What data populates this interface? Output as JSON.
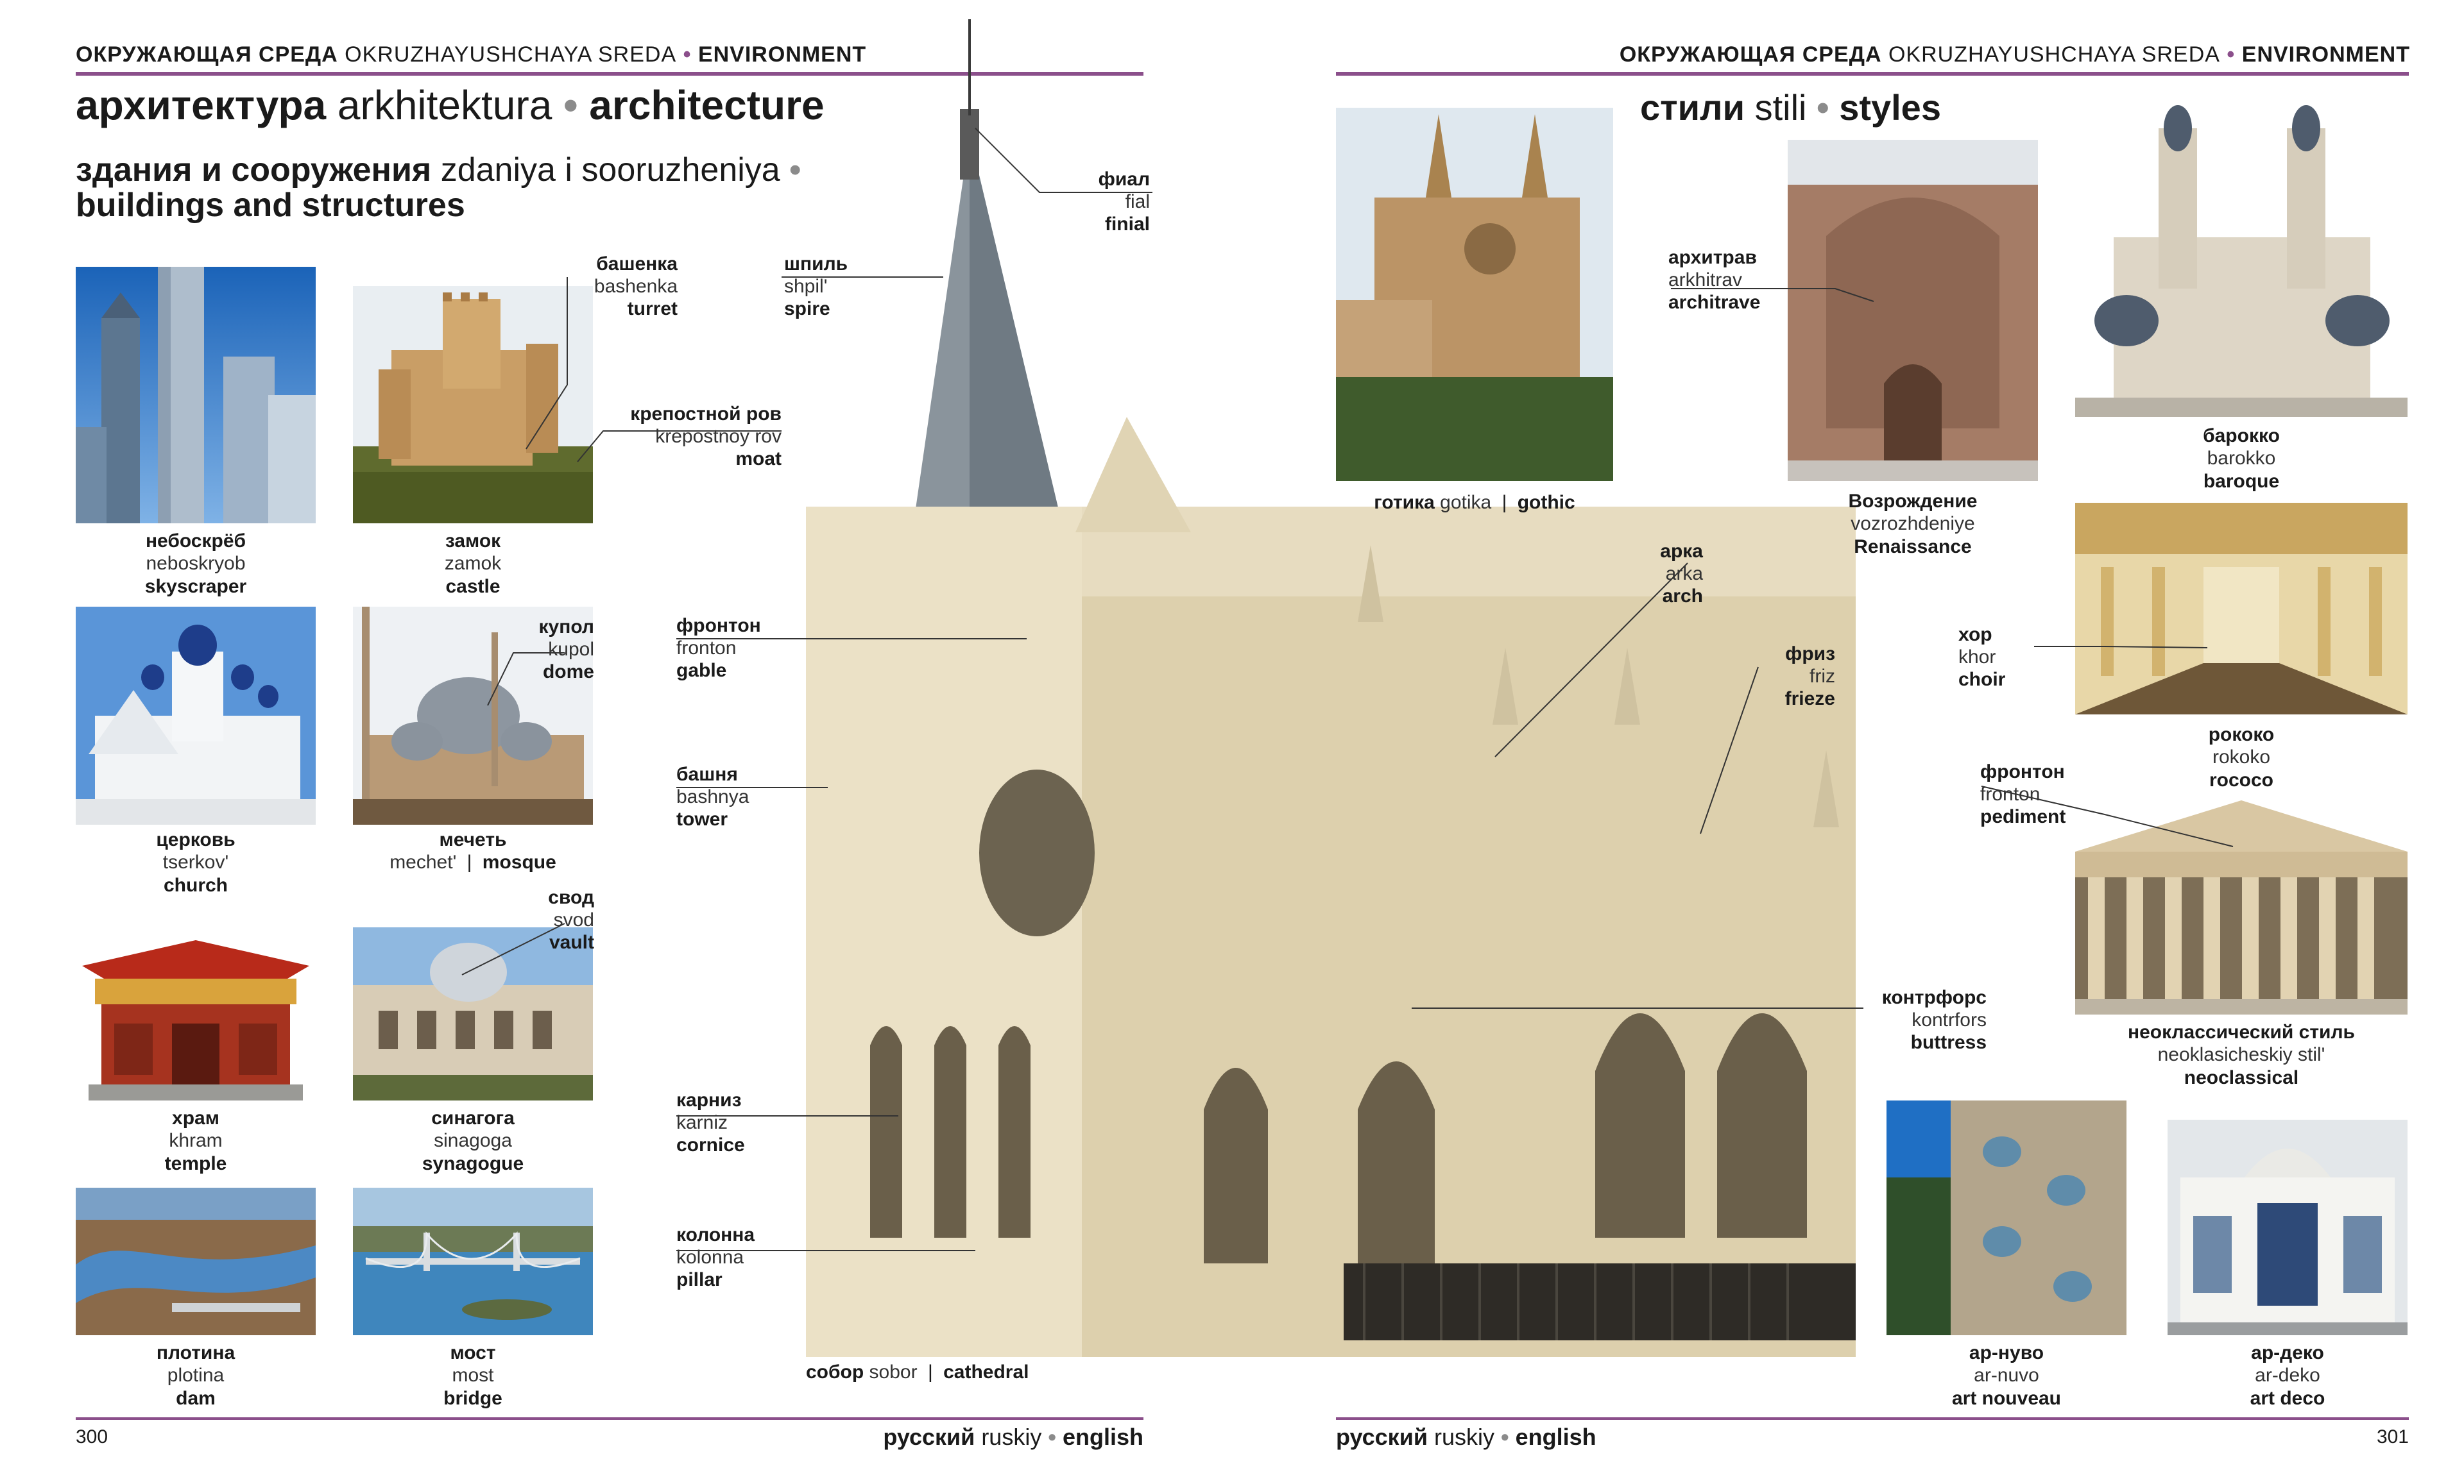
{
  "header": {
    "left": {
      "ru": "ОКРУЖАЮЩАЯ СРЕДА",
      "tr": "OKRUZHAYUSHCHAYA SREDA",
      "dot": "•",
      "en": "ENVIRONMENT"
    },
    "right": {
      "ru": "ОКРУЖАЮЩАЯ СРЕДА",
      "tr": "OKRUZHAYUSHCHAYA SREDA",
      "dot": "•",
      "en": "ENVIRONMENT"
    }
  },
  "title": {
    "ru": "архитектура",
    "tr": "arkhitektura",
    "dot": "•",
    "en": "architecture"
  },
  "subtitle": {
    "ru": "здания и сооружения",
    "tr": "zdaniya i sooruzheniya",
    "dot": "•",
    "en": "buildings and structures"
  },
  "styles_title": {
    "ru": "стили",
    "tr": "stili",
    "dot": "•",
    "en": "styles"
  },
  "buildings": {
    "skyscraper": {
      "ru": "небоскрёб",
      "tr": "neboskryob",
      "en": "skyscraper"
    },
    "castle": {
      "ru": "замок",
      "tr": "zamok",
      "en": "castle"
    },
    "church": {
      "ru": "церковь",
      "tr": "tserkov'",
      "en": "church"
    },
    "mosque": {
      "ru": "мечеть",
      "tr": "mechet'",
      "sep": "|",
      "en": "mosque"
    },
    "temple": {
      "ru": "храм",
      "tr": "khram",
      "en": "temple"
    },
    "synagogue": {
      "ru": "синагога",
      "tr": "sinagoga",
      "en": "synagogue"
    },
    "dam": {
      "ru": "плотина",
      "tr": "plotina",
      "en": "dam"
    },
    "bridge": {
      "ru": "мост",
      "tr": "most",
      "en": "bridge"
    }
  },
  "castle_labels": {
    "turret": {
      "ru": "башенка",
      "tr": "bashenka",
      "en": "turret"
    },
    "moat": {
      "ru": "крепостной ров",
      "tr": "krepostnoy rov",
      "en": "moat"
    },
    "dome": {
      "ru": "купол",
      "tr": "kupol",
      "en": "dome"
    },
    "vault": {
      "ru": "свод",
      "tr": "svod",
      "en": "vault"
    }
  },
  "cathedral": {
    "caption": {
      "ru": "собор",
      "tr": "sobor",
      "sep": "|",
      "en": "cathedral"
    },
    "spire": {
      "ru": "шпиль",
      "tr": "shpil'",
      "en": "spire"
    },
    "finial": {
      "ru": "фиал",
      "tr": "fial",
      "en": "finial"
    },
    "gable": {
      "ru": "фронтон",
      "tr": "fronton",
      "en": "gable"
    },
    "tower": {
      "ru": "башня",
      "tr": "bashnya",
      "en": "tower"
    },
    "cornice": {
      "ru": "карниз",
      "tr": "karniz",
      "en": "cornice"
    },
    "pillar": {
      "ru": "колонна",
      "tr": "kolonna",
      "en": "pillar"
    },
    "arch": {
      "ru": "арка",
      "tr": "arka",
      "en": "arch"
    },
    "frieze": {
      "ru": "фриз",
      "tr": "friz",
      "en": "frieze"
    },
    "buttress": {
      "ru": "контрфорс",
      "tr": "kontrfors",
      "en": "buttress"
    }
  },
  "styles": {
    "gothic": {
      "ru": "готика",
      "tr": "gotika",
      "sep": "|",
      "en": "gothic"
    },
    "renaissance": {
      "ru": "Возрождение",
      "tr": "vozrozhdeniye",
      "en": "Renaissance"
    },
    "baroque": {
      "ru": "барокко",
      "tr": "barokko",
      "en": "baroque"
    },
    "rococo": {
      "ru": "рококо",
      "tr": "rokoko",
      "en": "rococo"
    },
    "neoclassical": {
      "ru": "неоклассический стиль",
      "tr": "neoklasicheskiy stil'",
      "en": "neoclassical"
    },
    "art_nouveau": {
      "ru": "ар-нуво",
      "tr": "ar-nuvo",
      "en": "art nouveau"
    },
    "art_deco": {
      "ru": "ар-деко",
      "tr": "ar-deko",
      "en": "art deco"
    }
  },
  "style_labels": {
    "architrave": {
      "ru": "архитрав",
      "tr": "arkhitrav",
      "en": "architrave"
    },
    "choir": {
      "ru": "хор",
      "tr": "khor",
      "en": "choir"
    },
    "pediment": {
      "ru": "фронтон",
      "tr": "fronton",
      "en": "pediment"
    }
  },
  "footer": {
    "left_page": "300",
    "right_page": "301",
    "lang": {
      "ru": "русский",
      "tr": "ruskiy",
      "dot": "•",
      "en": "english"
    }
  },
  "colors": {
    "accent_rule": "#8b4f8b"
  }
}
